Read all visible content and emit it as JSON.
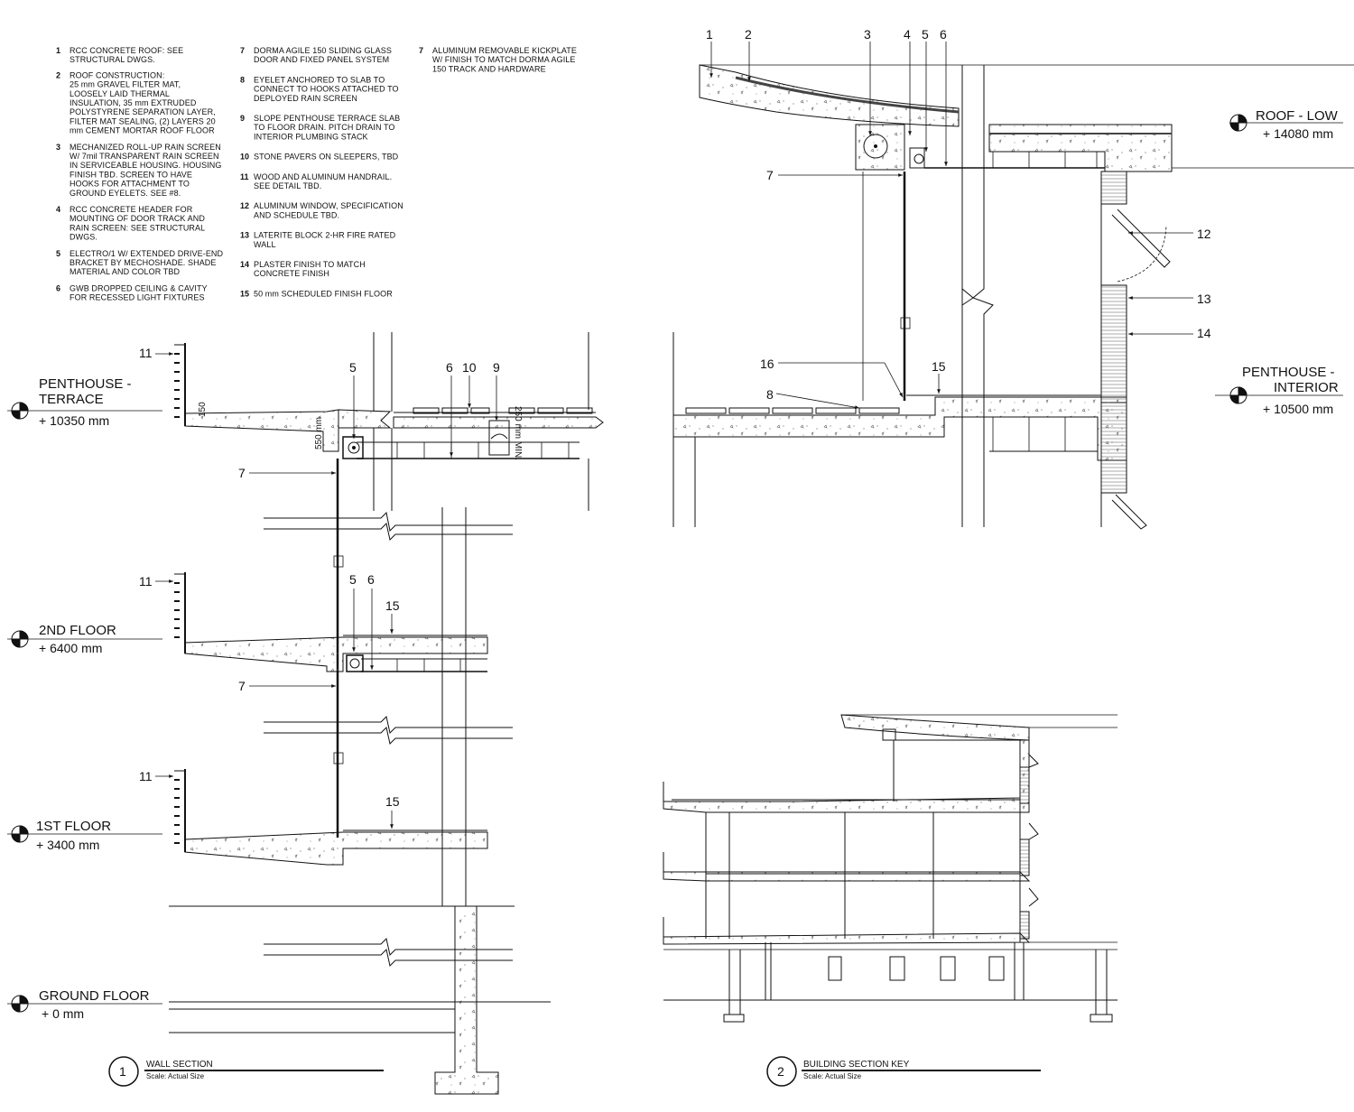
{
  "notes": [
    {
      "num": "1",
      "lines": [
        "RCC CONCRETE ROOF: SEE",
        "STRUCTURAL DWGS."
      ]
    },
    {
      "num": "2",
      "lines": [
        "ROOF CONSTRUCTION:",
        "25 mm GRAVEL FILTER MAT,",
        "LOOSELY LAID THERMAL",
        "INSULATION, 35 mm EXTRUDED",
        "POLYSTYRENE SEPARATION LAYER,",
        "FILTER MAT SEALING, (2) LAYERS 20",
        "mm CEMENT MORTAR ROOF FLOOR"
      ]
    },
    {
      "num": "3",
      "lines": [
        "MECHANIZED ROLL-UP RAIN SCREEN",
        "W/ 7mil TRANSPARENT RAIN SCREEN",
        "IN SERVICEABLE HOUSING. HOUSING",
        "FINISH TBD. SCREEN TO HAVE",
        "HOOKS FOR ATTACHMENT TO",
        "GROUND EYELETS. SEE #8."
      ]
    },
    {
      "num": "4",
      "lines": [
        "RCC CONCRETE HEADER FOR",
        "MOUNTING OF DOOR TRACK AND",
        "RAIN SCREEN: SEE STRUCTURAL",
        "DWGS."
      ]
    },
    {
      "num": "5",
      "lines": [
        "ELECTRO/1 W/ EXTENDED DRIVE-END",
        "BRACKET BY MECHOSHADE. SHADE",
        "MATERIAL AND COLOR TBD"
      ]
    },
    {
      "num": "6",
      "lines": [
        "GWB DROPPED CEILING & CAVITY",
        "FOR RECESSED LIGHT FIXTURES"
      ]
    },
    {
      "num": "7",
      "lines": [
        "DORMA AGILE 150 SLIDING GLASS",
        "DOOR AND FIXED PANEL SYSTEM"
      ]
    },
    {
      "num": "8",
      "lines": [
        "EYELET ANCHORED TO SLAB TO",
        "CONNECT TO HOOKS ATTACHED TO",
        "DEPLOYED  RAIN SCREEN"
      ]
    },
    {
      "num": "9",
      "lines": [
        "SLOPE PENTHOUSE TERRACE SLAB",
        "TO FLOOR DRAIN. PITCH DRAIN TO",
        "INTERIOR PLUMBING STACK"
      ]
    },
    {
      "num": "10",
      "lines": [
        "STONE PAVERS ON SLEEPERS, TBD"
      ]
    },
    {
      "num": "11",
      "lines": [
        "WOOD AND ALUMINUM HANDRAIL.",
        "SEE DETAIL TBD."
      ]
    },
    {
      "num": "12",
      "lines": [
        "ALUMINUM WINDOW, SPECIFICATION",
        "AND SCHEDULE TBD."
      ]
    },
    {
      "num": "13",
      "lines": [
        "LATERITE BLOCK 2-HR FIRE RATED",
        "WALL"
      ]
    },
    {
      "num": "14",
      "lines": [
        "PLASTER FINISH TO MATCH",
        "CONCRETE FINISH"
      ]
    },
    {
      "num": "15",
      "lines": [
        "50 mm SCHEDULED FINISH FLOOR"
      ]
    },
    {
      "num": "7",
      "lines": [
        "ALUMINUM REMOVABLE KICKPLATE",
        "W/ FINISH TO MATCH DORMA AGILE",
        "150 TRACK AND HARDWARE"
      ]
    }
  ],
  "levels": {
    "terrace": {
      "name1": "PENTHOUSE -",
      "name2": "TERRACE",
      "elev": "+ 10350 mm"
    },
    "second": {
      "name": "2ND FLOOR",
      "elev": "+ 6400 mm"
    },
    "first": {
      "name": "1ST FLOOR",
      "elev": "+ 3400 mm"
    },
    "ground": {
      "name": "GROUND FLOOR",
      "elev": "+ 0 mm"
    },
    "roof_low": {
      "name": "ROOF - LOW",
      "elev": "+ 14080 mm"
    },
    "ph_interior": {
      "name1": "PENTHOUSE -",
      "name2": "INTERIOR",
      "elev": "+ 10500 mm"
    }
  },
  "callouts": {
    "c1": "1",
    "c2": "2",
    "c3": "3",
    "c4": "4",
    "c5": "5",
    "c6": "6",
    "c7": "7",
    "c8": "8",
    "c9": "9",
    "c10": "10",
    "c11": "11",
    "c12": "12",
    "c13": "13",
    "c14": "14",
    "c15": "15",
    "c16": "16"
  },
  "dimensions": {
    "d150": "150",
    "d550": "550 mm",
    "d250": "250 mm MIN."
  },
  "titles": {
    "wall_section": {
      "num": "1",
      "name": "WALL SECTION",
      "scale": "Scale: Actual Size"
    },
    "building_key": {
      "num": "2",
      "name": "BUILDING SECTION KEY",
      "scale": "Scale: Actual Size"
    }
  }
}
